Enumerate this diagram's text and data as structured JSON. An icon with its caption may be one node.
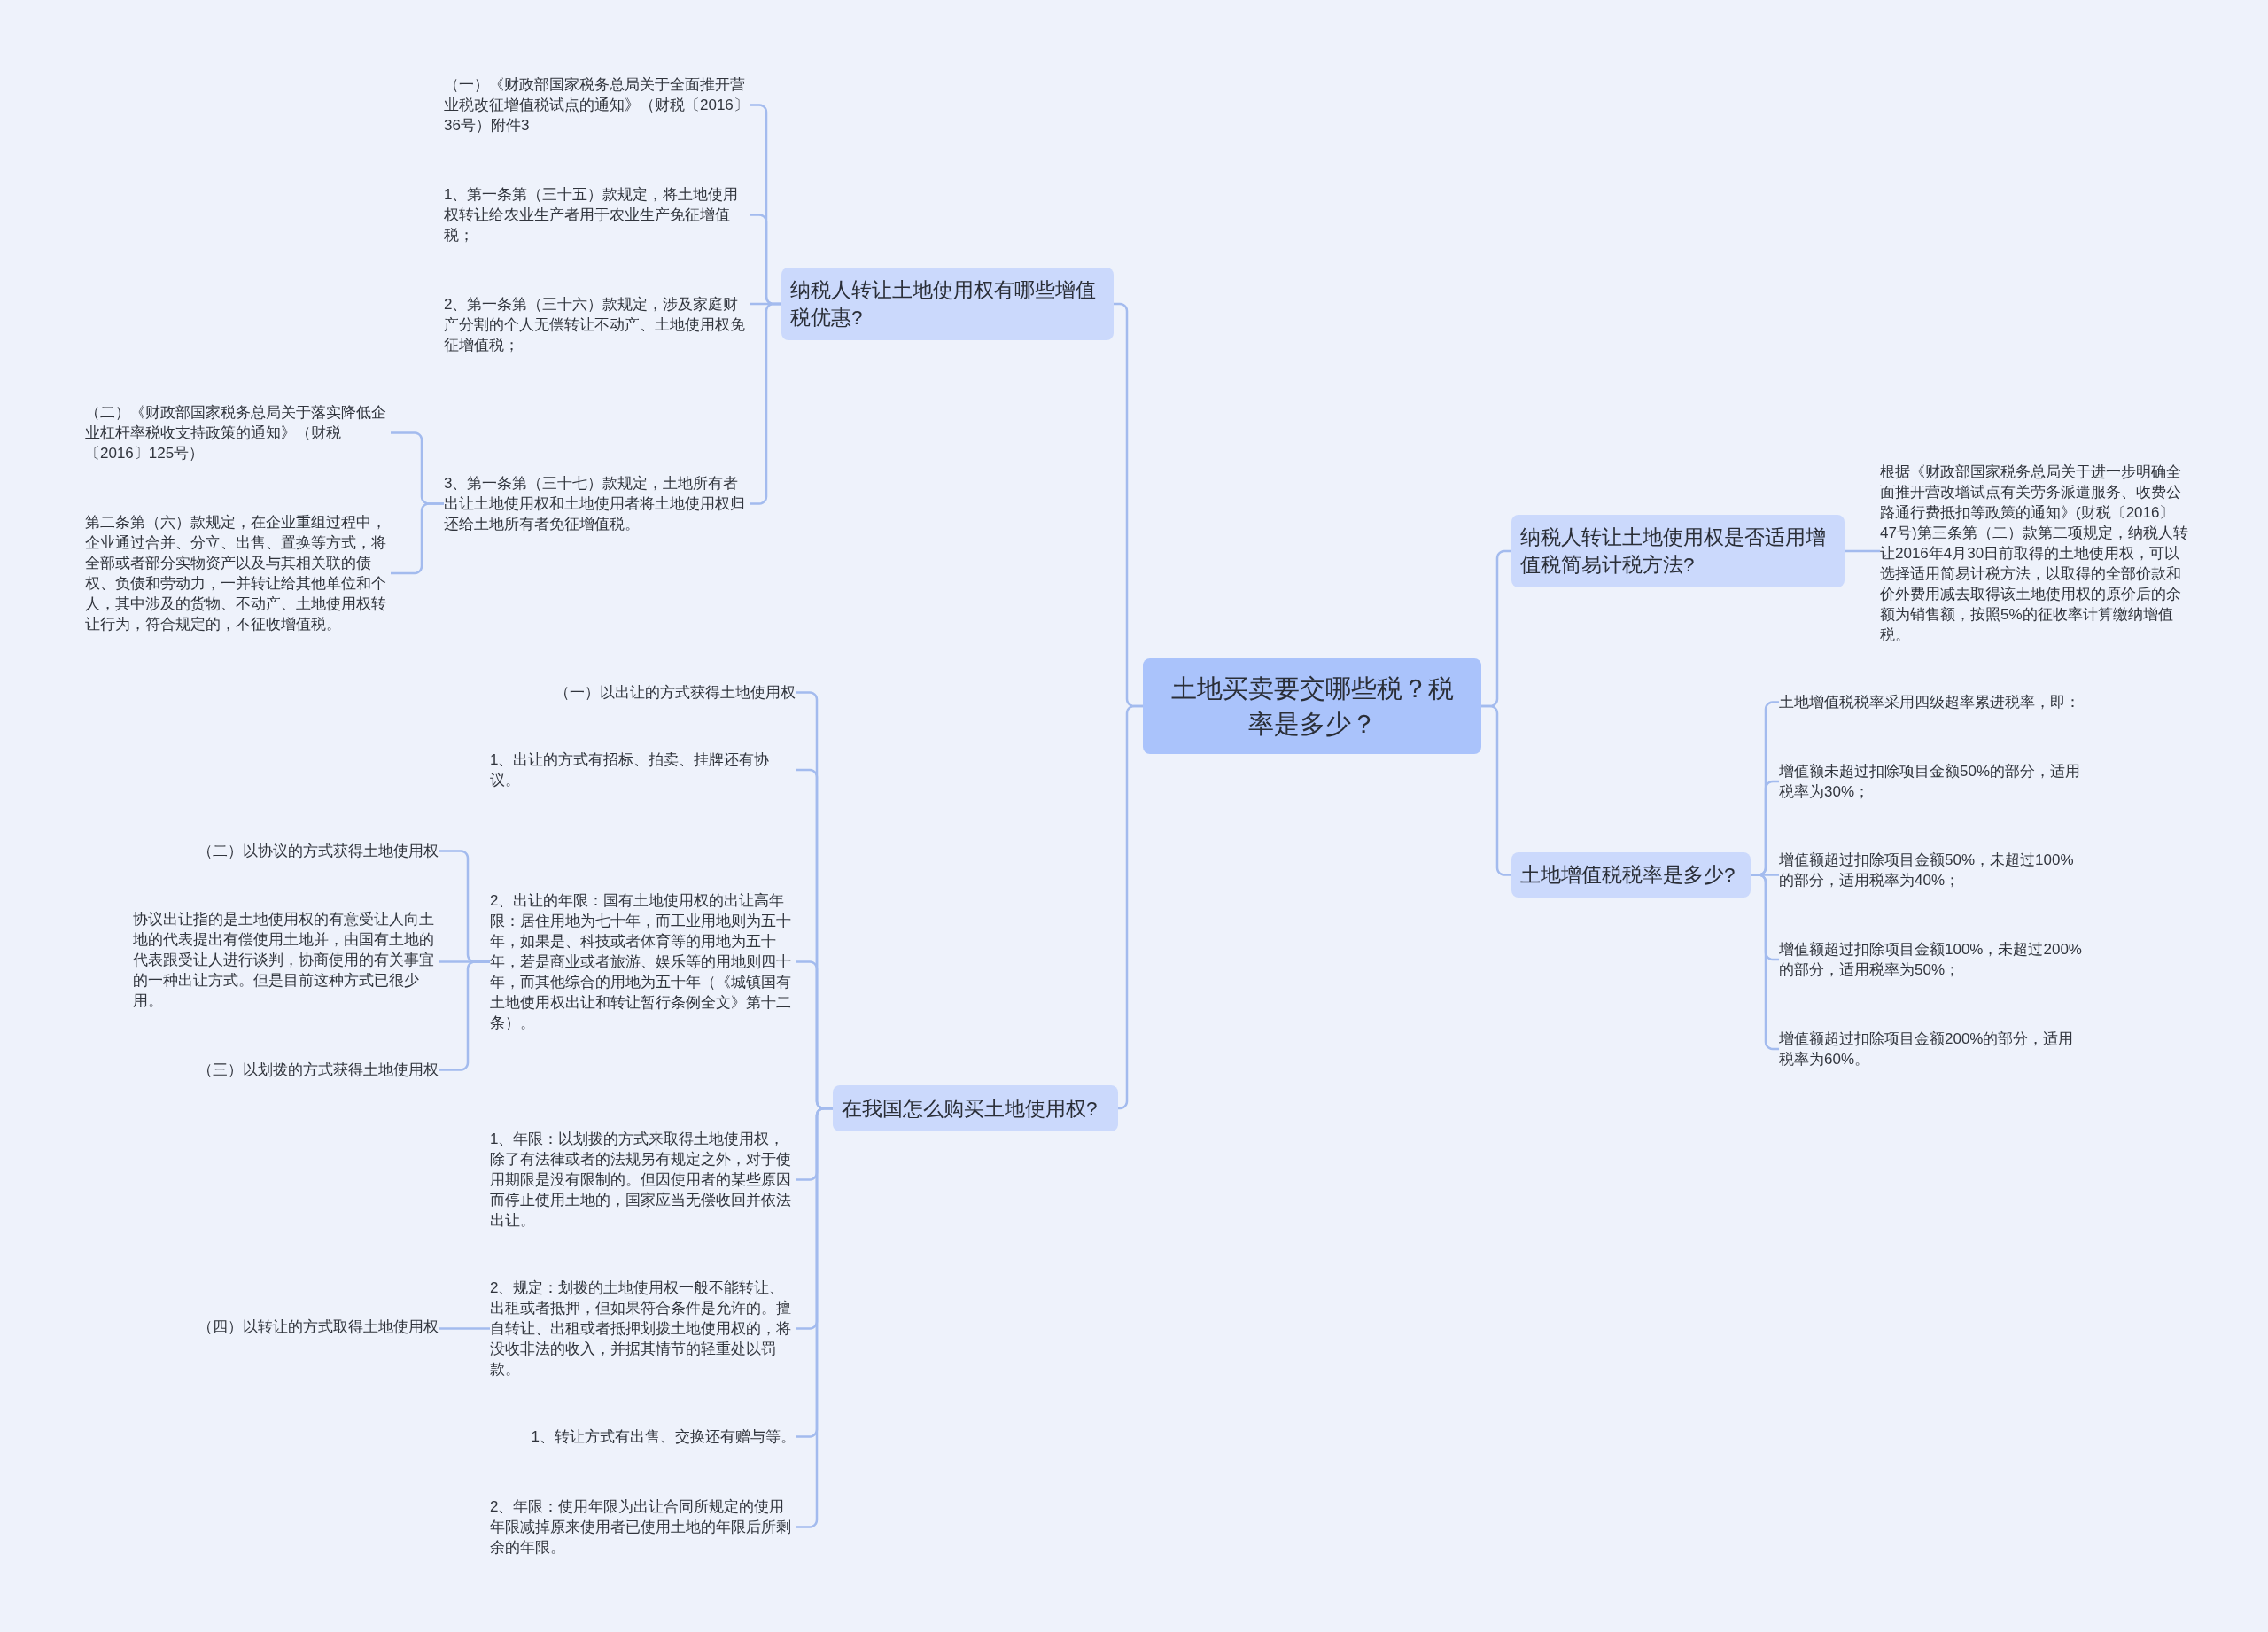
{
  "diagram": {
    "nodes": [
      {
        "text": [
          "土地买卖要交哪些税？税率是多少？"
        ]
      },
      {
        "text": [
          "纳税人转让土地使用权有哪些增值税优惠?"
        ]
      },
      {
        "text": [
          "（一）《财政部国家税务总局关于全面推开营业税改征增值税试点的通知》（财税〔2016〕36号）附件3"
        ]
      },
      {
        "text": [
          "1、第一条第（三十五）款规定，将土地使用权转让给农业生产者用于农业生产免征增值税；"
        ]
      },
      {
        "text": [
          "2、第一条第（三十六）款规定，涉及家庭财产分割的个人无偿转让不动产、土地使用权免征增值税；"
        ]
      },
      {
        "text": [
          "3、第一条第（三十七）款规定，土地所有者出让土地使用权和土地使用者将土地使用权归还给土地所有者免征增值税。"
        ]
      },
      {
        "text": [
          "（二）《财政部国家税务总局关于落实降低企业杠杆率税收支持政策的通知》（财税〔2016〕125号）"
        ]
      },
      {
        "text": [
          "第二条第（六）款规定，在企业重组过程中，企业通过合并、分立、出售、置换等方式，将全部或者部分实物资产以及与其相关联的债权、负债和劳动力，一并转让给其他单位和个人，其中涉及的货物、不动产、土地使用权转让行为，符合规定的，不征收增值税。"
        ]
      },
      {
        "text": [
          "在我国怎么购买土地使用权?"
        ]
      },
      {
        "text": [
          "（一）以出让的方式获得土地使用权"
        ]
      },
      {
        "text": [
          "1、出让的方式有招标、拍卖、挂牌还有协议。"
        ]
      },
      {
        "text": [
          "2、出让的年限：国有土地使用权的出让高年限：居住用地为七十年，而工业用地则为五十年，如果是、科技或者体育等的用地为五十年，若是商业或者旅游、娱乐等的用地则四十年，而其他综合的用地为五十年（《城镇国有土地使用权出让和转让暂行条例全文》第十二条）。"
        ]
      },
      {
        "text": [
          "（二）以协议的方式获得土地使用权"
        ]
      },
      {
        "text": [
          "协议出让指的是土地使用权的有意受让人向土地的代表提出有偿使用土地并，由国有土地的代表跟受让人进行谈判，协商使用的有关事宜的一种出让方式。但是目前这种方式已很少用。"
        ]
      },
      {
        "text": [
          "（三）以划拨的方式获得土地使用权"
        ]
      },
      {
        "text": [
          "1、年限：以划拨的方式来取得土地使用权，除了有法律或者的法规另有规定之外，对于使用期限是没有限制的。但因使用者的某些原因而停止使用土地的，国家应当无偿收回并依法出让。"
        ]
      },
      {
        "text": [
          "2、规定：划拨的土地使用权一般不能转让、出租或者抵押，但如果符合条件是允许的。擅自转让、出租或者抵押划拨土地使用权的，将没收非法的收入，并据其情节的轻重处以罚款。"
        ]
      },
      {
        "text": [
          "（四）以转让的方式取得土地使用权"
        ]
      },
      {
        "text": [
          "1、转让方式有出售、交换还有赠与等。"
        ]
      },
      {
        "text": [
          "2、年限：使用年限为出让合同所规定的使用年限减掉原来使用者已使用土地的年限后所剩余的年限。"
        ]
      },
      {
        "text": [
          "纳税人转让土地使用权是否适用增值税简易计税方法?"
        ]
      },
      {
        "text": [
          "根据《财政部国家税务总局关于进一步明确全面推开营改增试点有关劳务派遣服务、收费公路通行费抵扣等政策的通知》(财税〔2016〕47号)第三条第（二）款第二项规定，纳税人转让2016年4月30日前取得的土地使用权，可以选择适用简易计税方法，以取得的全部价款和价外费用减去取得该土地使用权的原价后的余额为销售额，按照5%的征收率计算缴纳增值税。"
        ]
      },
      {
        "text": [
          "土地增值税税率是多少?"
        ]
      },
      {
        "text": [
          "土地增值税税率采用四级超率累进税率，即："
        ]
      },
      {
        "text": [
          "增值额未超过扣除项目金额50%的部分，适用税率为30%；"
        ]
      },
      {
        "text": [
          "增值额超过扣除项目金额50%，未超过100%的部分，适用税率为40%；"
        ]
      },
      {
        "text": [
          "增值额超过扣除项目金额100%，未超过200%的部分，适用税率为50%；"
        ]
      },
      {
        "text": [
          "增值额超过扣除项目金额200%的部分，适用税率为60%。"
        ]
      }
    ],
    "edges": [
      {
        "from": 0,
        "to": 1,
        "arrow": "none"
      },
      {
        "from": 1,
        "to": 2,
        "arrow": "none"
      },
      {
        "from": 1,
        "to": 3,
        "arrow": "none"
      },
      {
        "from": 1,
        "to": 4,
        "arrow": "none"
      },
      {
        "from": 1,
        "to": 5,
        "arrow": "none"
      },
      {
        "from": 5,
        "to": 6,
        "arrow": "none"
      },
      {
        "from": 5,
        "to": 7,
        "arrow": "none"
      },
      {
        "from": 0,
        "to": 8,
        "arrow": "none"
      },
      {
        "from": 8,
        "to": 9,
        "arrow": "none"
      },
      {
        "from": 8,
        "to": 10,
        "arrow": "none"
      },
      {
        "from": 8,
        "to": 11,
        "arrow": "none"
      },
      {
        "from": 11,
        "to": 12,
        "arrow": "none"
      },
      {
        "from": 11,
        "to": 13,
        "arrow": "none"
      },
      {
        "from": 11,
        "to": 14,
        "arrow": "none"
      },
      {
        "from": 8,
        "to": 15,
        "arrow": "none"
      },
      {
        "from": 8,
        "to": 16,
        "arrow": "none"
      },
      {
        "from": 16,
        "to": 17,
        "arrow": "none"
      },
      {
        "from": 8,
        "to": 18,
        "arrow": "none"
      },
      {
        "from": 8,
        "to": 19,
        "arrow": "none"
      },
      {
        "from": 0,
        "to": 20,
        "arrow": "none"
      },
      {
        "from": 20,
        "to": 21,
        "arrow": "none"
      },
      {
        "from": 0,
        "to": 22,
        "arrow": "none"
      },
      {
        "from": 22,
        "to": 23,
        "arrow": "none"
      },
      {
        "from": 22,
        "to": 24,
        "arrow": "none"
      },
      {
        "from": 22,
        "to": 25,
        "arrow": "none"
      },
      {
        "from": 22,
        "to": 26,
        "arrow": "none"
      },
      {
        "from": 22,
        "to": 27,
        "arrow": "none"
      }
    ]
  }
}
